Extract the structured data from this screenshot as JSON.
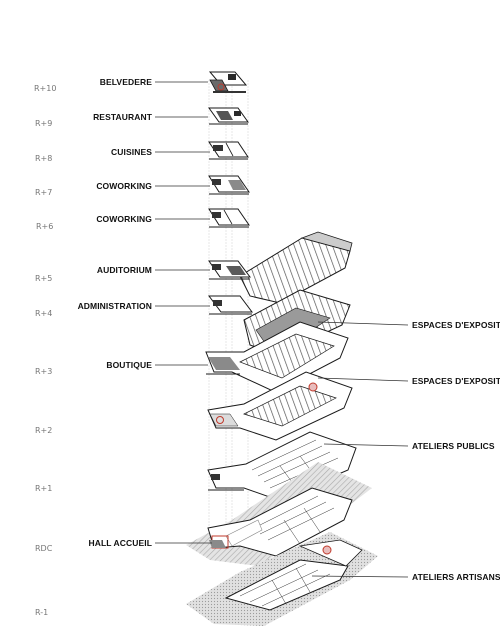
{
  "levels": [
    "R+10",
    "R+9",
    "R+8",
    "R+7",
    "R+6",
    "R+5",
    "R+4",
    "R+3",
    "R+2",
    "R+1",
    "RDC",
    "R-1"
  ],
  "left_labels": [
    "BELVEDERE",
    "RESTAURANT",
    "CUISINES",
    "COWORKING",
    "COWORKING",
    "AUDITORIUM",
    "ADMINISTRATION",
    "BOUTIQUE",
    "HALL ACCUEIL"
  ],
  "right_labels": [
    "ESPACES D'EXPOSITIONS",
    "ESPACES D'EXPOSITIONS",
    "ATELIERS PUBLICS",
    "ATELIERS ARTISANS"
  ],
  "colors": {
    "line": "#1a1a1a",
    "grey": "#9a9a9a",
    "light_grey": "#d6d6d6",
    "hatch": "#b8b8b8",
    "accent_red": "#c0392b"
  }
}
